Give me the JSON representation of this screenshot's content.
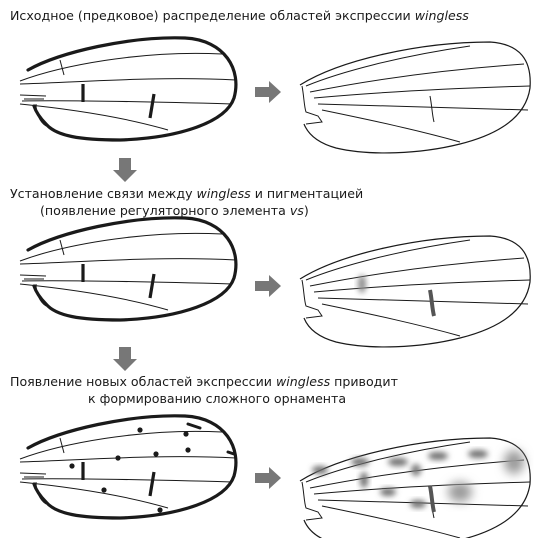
{
  "captions": {
    "stage1": {
      "pre": "Исходное (предковое) распределение областей экспрессии ",
      "gene": "wingless",
      "post": ""
    },
    "stage2_line1": {
      "pre": "Установление связи между ",
      "gene": "wingless",
      "post": " и пигментацией"
    },
    "stage2_line2": {
      "pre": "(появление регуляторного элемента ",
      "gene": "vs",
      "post": ")"
    },
    "stage3_line1": {
      "pre": "Появление новых областей экспрессии ",
      "gene": "wingless",
      "post": "  приводит"
    },
    "stage3_line2": {
      "pre": "к формированию сложного орнамента",
      "gene": "",
      "post": ""
    }
  },
  "colors": {
    "outline": "#1a1a1a",
    "arrow": "#777777",
    "pigment": "#6e6e6e",
    "pigment_soft": "#9a9a9a"
  },
  "icons": {
    "right_arrow": "block-arrow-right",
    "down_arrow": "block-arrow-down"
  }
}
